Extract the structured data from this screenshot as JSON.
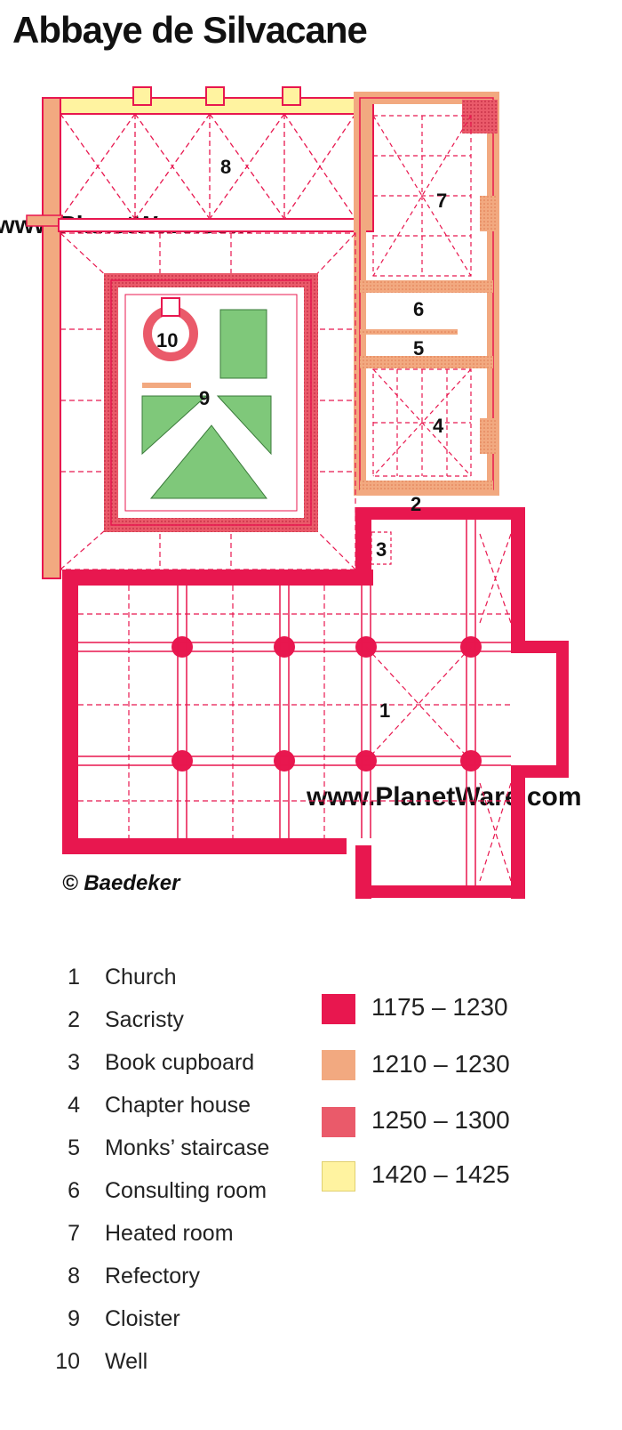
{
  "title": "Abbaye de Silvacane",
  "copyright": "© Baedeker",
  "watermarks": [
    "www.PlanetWare.com",
    "www.PlanetWare.com"
  ],
  "room_labels": [
    "1",
    "2",
    "3",
    "4",
    "5",
    "6",
    "7",
    "8",
    "9",
    "10"
  ],
  "key": [
    {
      "num": "1",
      "label": "Church"
    },
    {
      "num": "2",
      "label": "Sacristy"
    },
    {
      "num": "3",
      "label": "Book cupboard"
    },
    {
      "num": "4",
      "label": "Chapter house"
    },
    {
      "num": "5",
      "label": "Monks’ staircase"
    },
    {
      "num": "6",
      "label": "Consulting room"
    },
    {
      "num": "7",
      "label": "Heated room"
    },
    {
      "num": "8",
      "label": "Refectory"
    },
    {
      "num": "9",
      "label": "Cloister"
    },
    {
      "num": "10",
      "label": "Well"
    }
  ],
  "periods": [
    {
      "label": "1175 – 1230",
      "color": "#e8174f"
    },
    {
      "label": "1210 – 1230",
      "color": "#f2a980"
    },
    {
      "label": "1250 – 1300",
      "color": "#ea5a6a"
    },
    {
      "label": "1420 – 1425",
      "color": "#fff3a0"
    }
  ],
  "colors": {
    "wall_1175": "#e8174f",
    "wall_1210": "#f2a980",
    "wall_1250": "#ea5a6a",
    "wall_1420": "#fff3a0",
    "garden": "#7fc87a",
    "vault_lines": "#e8174f"
  }
}
